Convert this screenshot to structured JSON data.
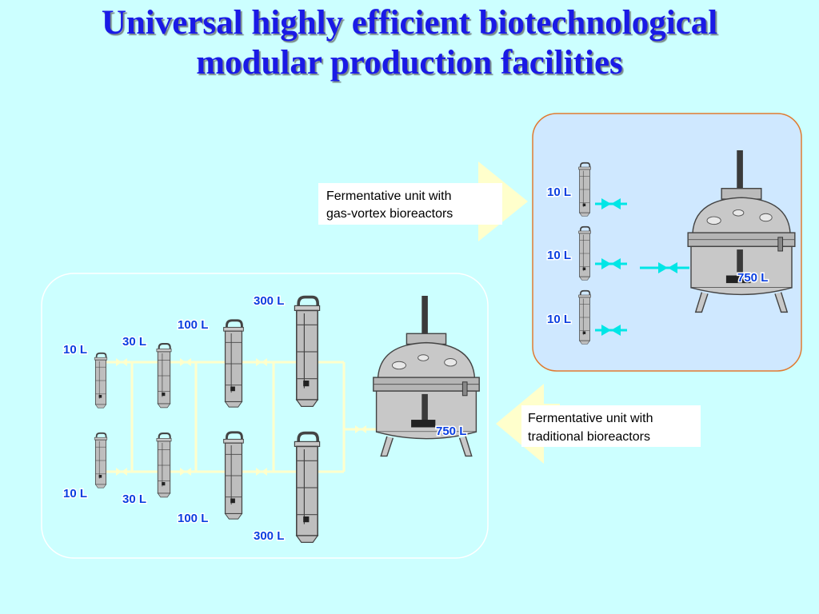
{
  "title": {
    "line1": "Universal highly efficient biotechnological",
    "line2": "modular production facilities"
  },
  "gas_vortex_unit": {
    "callout": [
      "Fermentative unit with",
      "gas-vortex bioreactors"
    ],
    "small_reactors": [
      "10 L",
      "10 L",
      "10 L"
    ],
    "main_reactor": "750 L"
  },
  "traditional_unit": {
    "callout": [
      "Fermentative unit with",
      "traditional bioreactors"
    ],
    "top_row": [
      "10 L",
      "30 L",
      "100 L",
      "300 L"
    ],
    "bottom_row": [
      "10 L",
      "30 L",
      "100 L",
      "300 L"
    ],
    "main_reactor": "750 L"
  },
  "colors": {
    "background": "#ccffff",
    "title": "#1a1ae6",
    "vessel_label": "#0a3fe0",
    "pipe": "#00e6e6",
    "panel_border": "#e07a30",
    "panel_fill": "#cfe8ff"
  }
}
